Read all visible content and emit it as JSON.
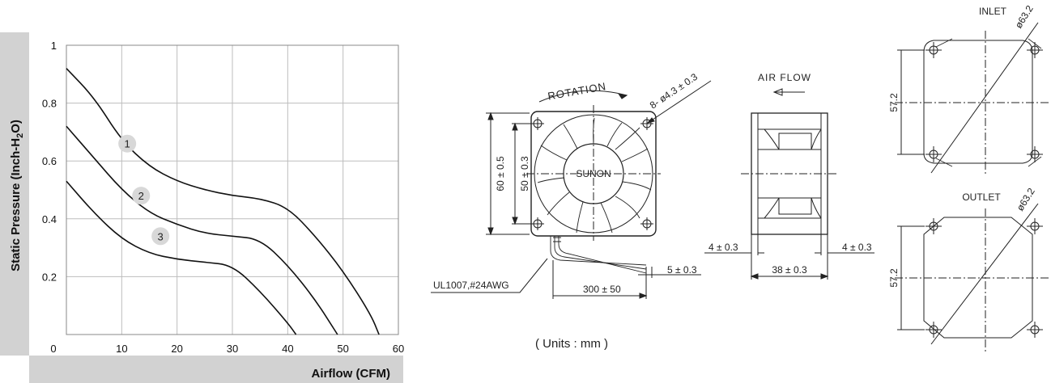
{
  "chart_data": {
    "type": "line",
    "ylabel": "Static Pressure (Inch-H",
    "ylabel_sub": "2",
    "ylabel_end": "O)",
    "xlabel": "Airflow (CFM)",
    "xlim": [
      0,
      60
    ],
    "ylim": [
      0,
      1
    ],
    "x_ticks": [
      "0",
      "10",
      "20",
      "30",
      "40",
      "50",
      "60"
    ],
    "y_ticks": [
      "0.2",
      "0.4",
      "0.6",
      "0.8",
      "1"
    ],
    "grid": true,
    "series": [
      {
        "name": "1",
        "points": [
          [
            0,
            0.92
          ],
          [
            5,
            0.82
          ],
          [
            10,
            0.67
          ],
          [
            15,
            0.58
          ],
          [
            20,
            0.53
          ],
          [
            25,
            0.5
          ],
          [
            30,
            0.48
          ],
          [
            35,
            0.47
          ],
          [
            40,
            0.44
          ],
          [
            45,
            0.34
          ],
          [
            50,
            0.22
          ],
          [
            55,
            0.07
          ],
          [
            56.5,
            0
          ]
        ]
      },
      {
        "name": "2",
        "points": [
          [
            0,
            0.72
          ],
          [
            5,
            0.61
          ],
          [
            10,
            0.5
          ],
          [
            15,
            0.42
          ],
          [
            20,
            0.38
          ],
          [
            25,
            0.35
          ],
          [
            30,
            0.34
          ],
          [
            35,
            0.33
          ],
          [
            40,
            0.24
          ],
          [
            45,
            0.12
          ],
          [
            49,
            0
          ]
        ]
      },
      {
        "name": "3",
        "points": [
          [
            0,
            0.53
          ],
          [
            5,
            0.42
          ],
          [
            10,
            0.33
          ],
          [
            15,
            0.28
          ],
          [
            20,
            0.26
          ],
          [
            25,
            0.25
          ],
          [
            30,
            0.24
          ],
          [
            35,
            0.15
          ],
          [
            40,
            0.04
          ],
          [
            41.5,
            0
          ]
        ]
      }
    ]
  },
  "drawing": {
    "front": {
      "rotation": "ROTATION",
      "hole": "8- ø4.3 ± 0.3",
      "brand": "SUNON",
      "dim_60": "60 ± 0.5",
      "dim_50": "50 ± 0.3",
      "wire": "UL1007,#24AWG",
      "dim_300": "300 ± 50",
      "dim_5": "5 ± 0.3"
    },
    "side": {
      "airflow": "AIR FLOW",
      "dim_4l": "4 ± 0.3",
      "dim_4r": "4 ± 0.3",
      "dim_38": "38 ± 0.3"
    },
    "guard": {
      "inlet": "INLET",
      "outlet": "OUTLET",
      "dia_in": "ø63.2",
      "dia_out": "ø63.2",
      "dim_in": "57.2",
      "dim_out": "57.2"
    },
    "units": "( Units : mm )"
  }
}
